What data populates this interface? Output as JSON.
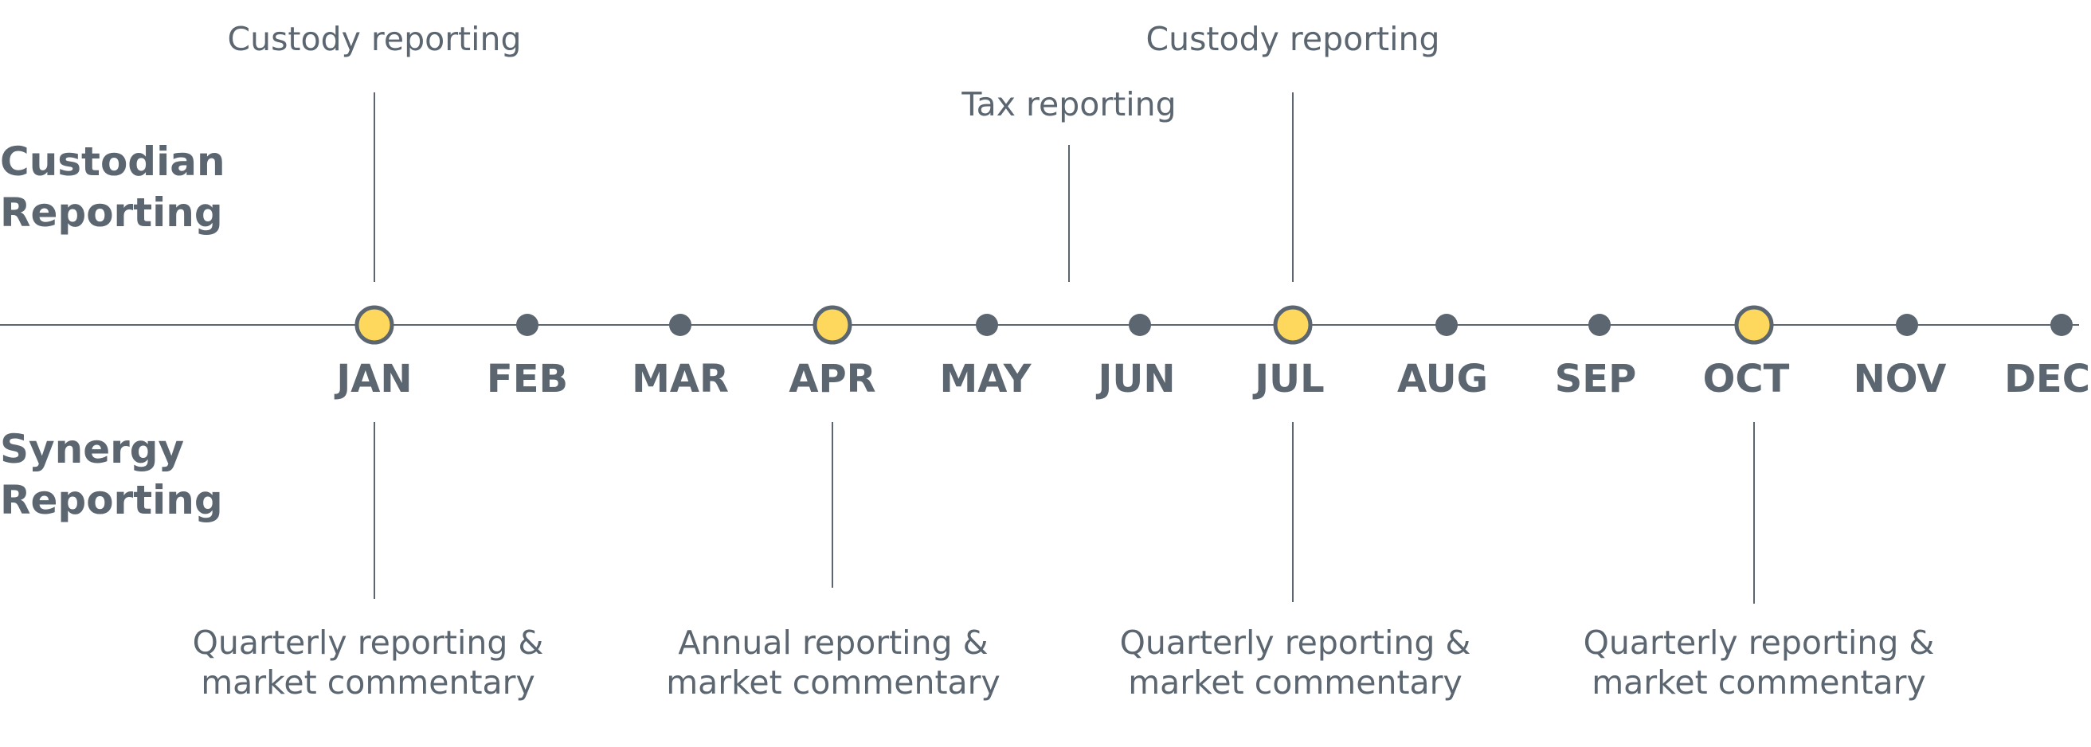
{
  "colors": {
    "text": "#5b6670",
    "dot": "#5b6670",
    "milestone_fill": "#fdd85d",
    "line": "#5b6670"
  },
  "rows": {
    "custodian": {
      "line1": "Custodian",
      "line2": "Reporting"
    },
    "synergy": {
      "line1": "Synergy",
      "line2": "Reporting"
    }
  },
  "months": [
    {
      "label": "JAN",
      "milestone": true
    },
    {
      "label": "FEB",
      "milestone": false
    },
    {
      "label": "MAR",
      "milestone": false
    },
    {
      "label": "APR",
      "milestone": true
    },
    {
      "label": "MAY",
      "milestone": false
    },
    {
      "label": "JUN",
      "milestone": false
    },
    {
      "label": "JUL",
      "milestone": true
    },
    {
      "label": "AUG",
      "milestone": false
    },
    {
      "label": "SEP",
      "milestone": false
    },
    {
      "label": "OCT",
      "milestone": true
    },
    {
      "label": "NOV",
      "milestone": false
    },
    {
      "label": "DEC",
      "milestone": false
    }
  ],
  "custodian_events": [
    {
      "label": "Custody reporting",
      "month": "JAN"
    },
    {
      "label": "Tax reporting",
      "month": "MAY-JUN"
    },
    {
      "label": "Custody reporting",
      "month": "JUL"
    }
  ],
  "synergy_events": [
    {
      "line1": "Quarterly reporting &",
      "line2": "market commentary",
      "month": "JAN"
    },
    {
      "line1": "Annual reporting &",
      "line2": "market commentary",
      "month": "APR"
    },
    {
      "line1": "Quarterly reporting &",
      "line2": "market commentary",
      "month": "JUL"
    },
    {
      "line1": "Quarterly reporting &",
      "line2": "market commentary",
      "month": "OCT"
    }
  ]
}
